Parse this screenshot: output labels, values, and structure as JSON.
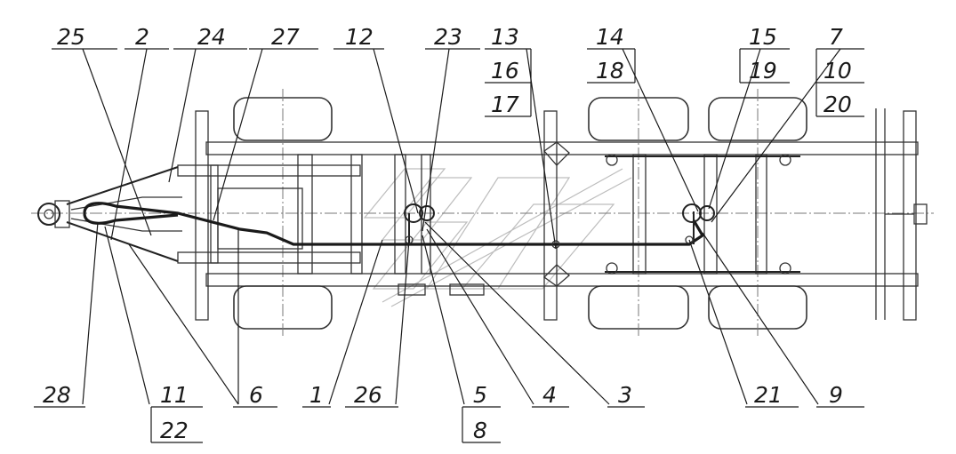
{
  "labels_top": [
    "25",
    "2",
    "24",
    "27",
    "12",
    "23",
    "13",
    "16",
    "17",
    "14",
    "18",
    "15",
    "19",
    "7",
    "10",
    "20"
  ],
  "labels_bottom": [
    "28",
    "11",
    "22",
    "6",
    "1",
    "26",
    "5",
    "8",
    "4",
    "3",
    "21",
    "9"
  ]
}
